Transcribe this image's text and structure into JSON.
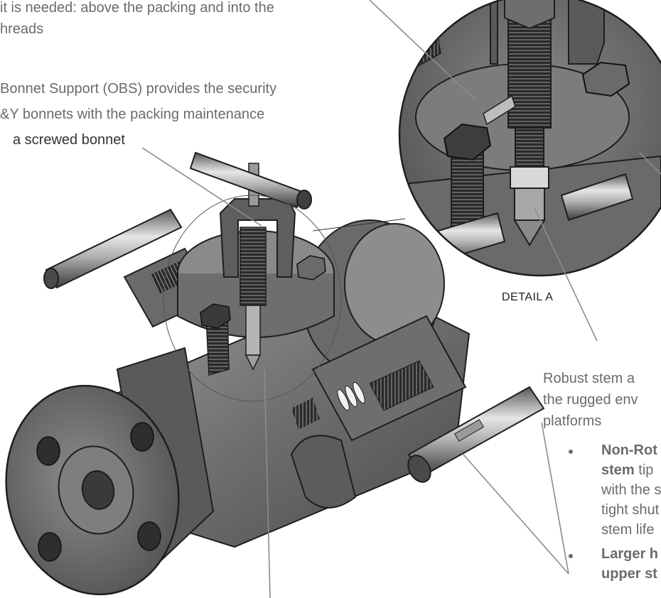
{
  "texts": {
    "top_line1": "it is needed: above the packing and into the",
    "top_line2": "hreads",
    "obs_line1": "Bonnet Support (OBS) provides the security",
    "obs_line2": "&Y bonnets with the packing maintenance",
    "obs_line3": "a screwed bonnet",
    "detail_label": "DETAIL A",
    "robust_line1": "Robust stem a",
    "robust_line2": "the rugged env",
    "robust_line3": "platforms",
    "bullet1_bold_a": "Non-Rot",
    "bullet1_bold_b": "stem",
    "bullet1_rest_b": " tip",
    "bullet1_line3": "with the s",
    "bullet1_line4": "tight shut",
    "bullet1_line5": "stem life",
    "bullet2_bold_a": "Larger h",
    "bullet2_bold_b": "upper st"
  },
  "colors": {
    "text": "#6b6b6b",
    "steel_dark": "#3a3a3a",
    "steel_mid": "#8a8a8a",
    "steel_light": "#c9c9c9",
    "leader": "#8c8c8c"
  },
  "icons": [
    "valve-illustration",
    "detail-magnifier-circle"
  ]
}
